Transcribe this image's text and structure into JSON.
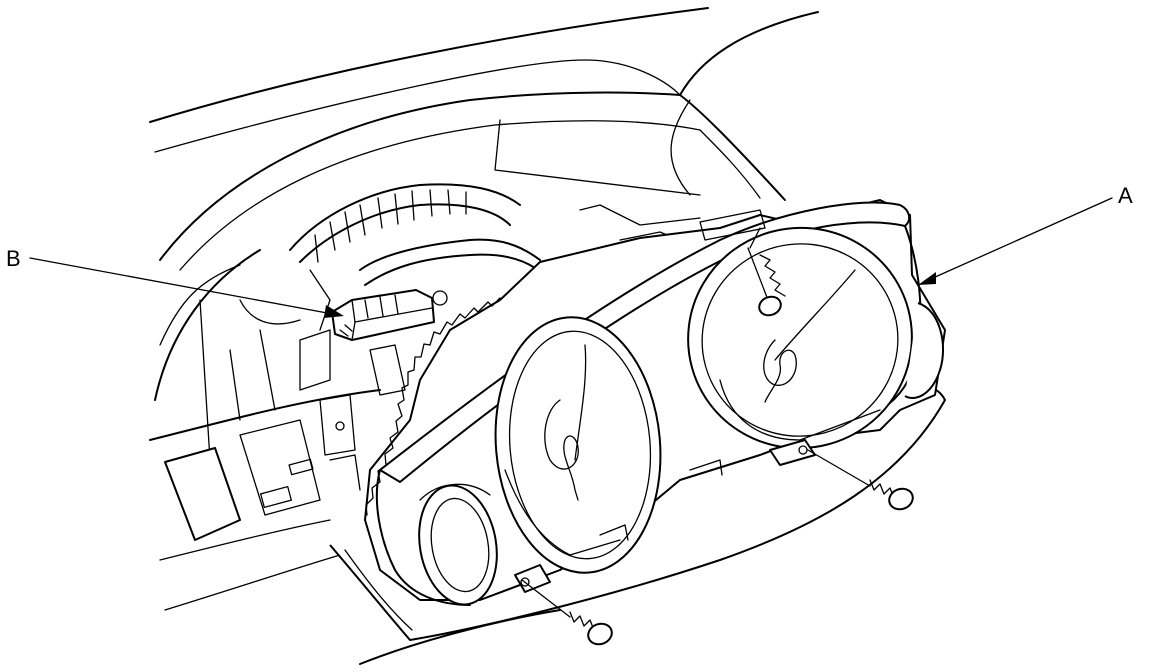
{
  "callouts": {
    "a": "A",
    "b": "B"
  },
  "parts": [
    {
      "id": "instrument-cluster",
      "callout": "A"
    },
    {
      "id": "cluster-connector",
      "callout": "B"
    },
    {
      "id": "mounting-screw",
      "count": 3
    }
  ]
}
